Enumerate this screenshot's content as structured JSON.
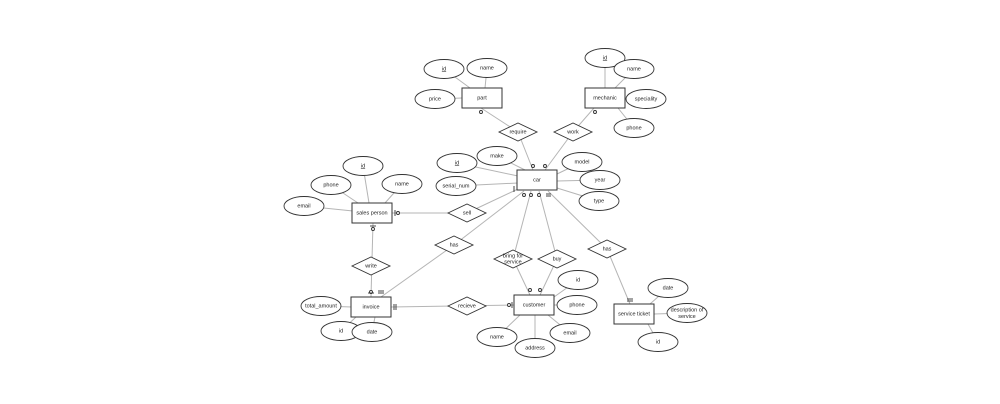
{
  "entities": {
    "part": {
      "label": "part",
      "attrs": {
        "id": "id",
        "name": "name",
        "price": "price"
      }
    },
    "mechanic": {
      "label": "mechanic",
      "attrs": {
        "id": "id",
        "name": "name",
        "speciality": "speciality",
        "phone": "phone"
      }
    },
    "car": {
      "label": "car",
      "attrs": {
        "id": "id",
        "make": "make",
        "serial_num": "serial_num",
        "model": "model",
        "year": "year",
        "type": "type"
      }
    },
    "sales_person": {
      "label": "sales person",
      "attrs": {
        "id": "id",
        "phone": "phone",
        "name": "name",
        "email": "email"
      }
    },
    "invoice": {
      "label": "invoice",
      "attrs": {
        "total_amount": "total_amount",
        "id": "id",
        "date": "date"
      }
    },
    "customer": {
      "label": "customer",
      "attrs": {
        "id": "id",
        "phone": "phone",
        "name": "name",
        "address": "address",
        "email": "email"
      }
    },
    "service_ticket": {
      "label": "service ticket",
      "attrs": {
        "date": "date",
        "description_line1": "description of",
        "description_line2": "service",
        "id": "id"
      }
    }
  },
  "relationships": {
    "require": "require",
    "work": "work",
    "sell": "sell",
    "has_invoice": "has",
    "write": "write",
    "bring_line1": "bring for",
    "bring_line2": "service",
    "buy": "buy",
    "has_ticket": "has",
    "recieve": "recieve"
  }
}
